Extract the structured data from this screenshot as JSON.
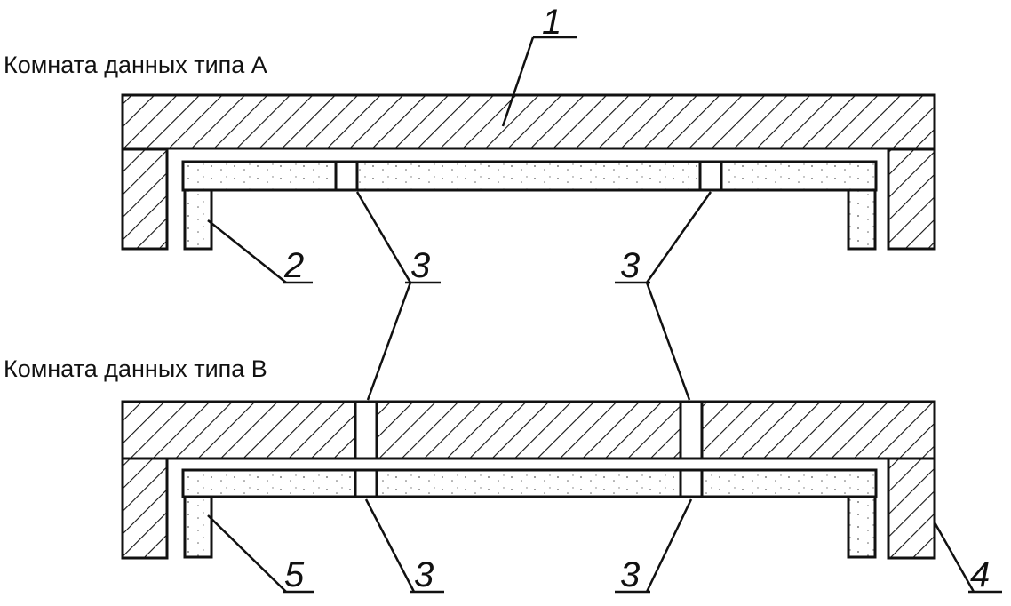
{
  "diagram": {
    "title_a": "Комната данных типа A",
    "title_b": "Комната данных типа B",
    "labels": {
      "l1": "1",
      "l2": "2",
      "l3_a_left": "3",
      "l3_a_right": "3",
      "l3_b_left": "3",
      "l3_b_right": "3",
      "l4": "4",
      "l5": "5"
    }
  }
}
